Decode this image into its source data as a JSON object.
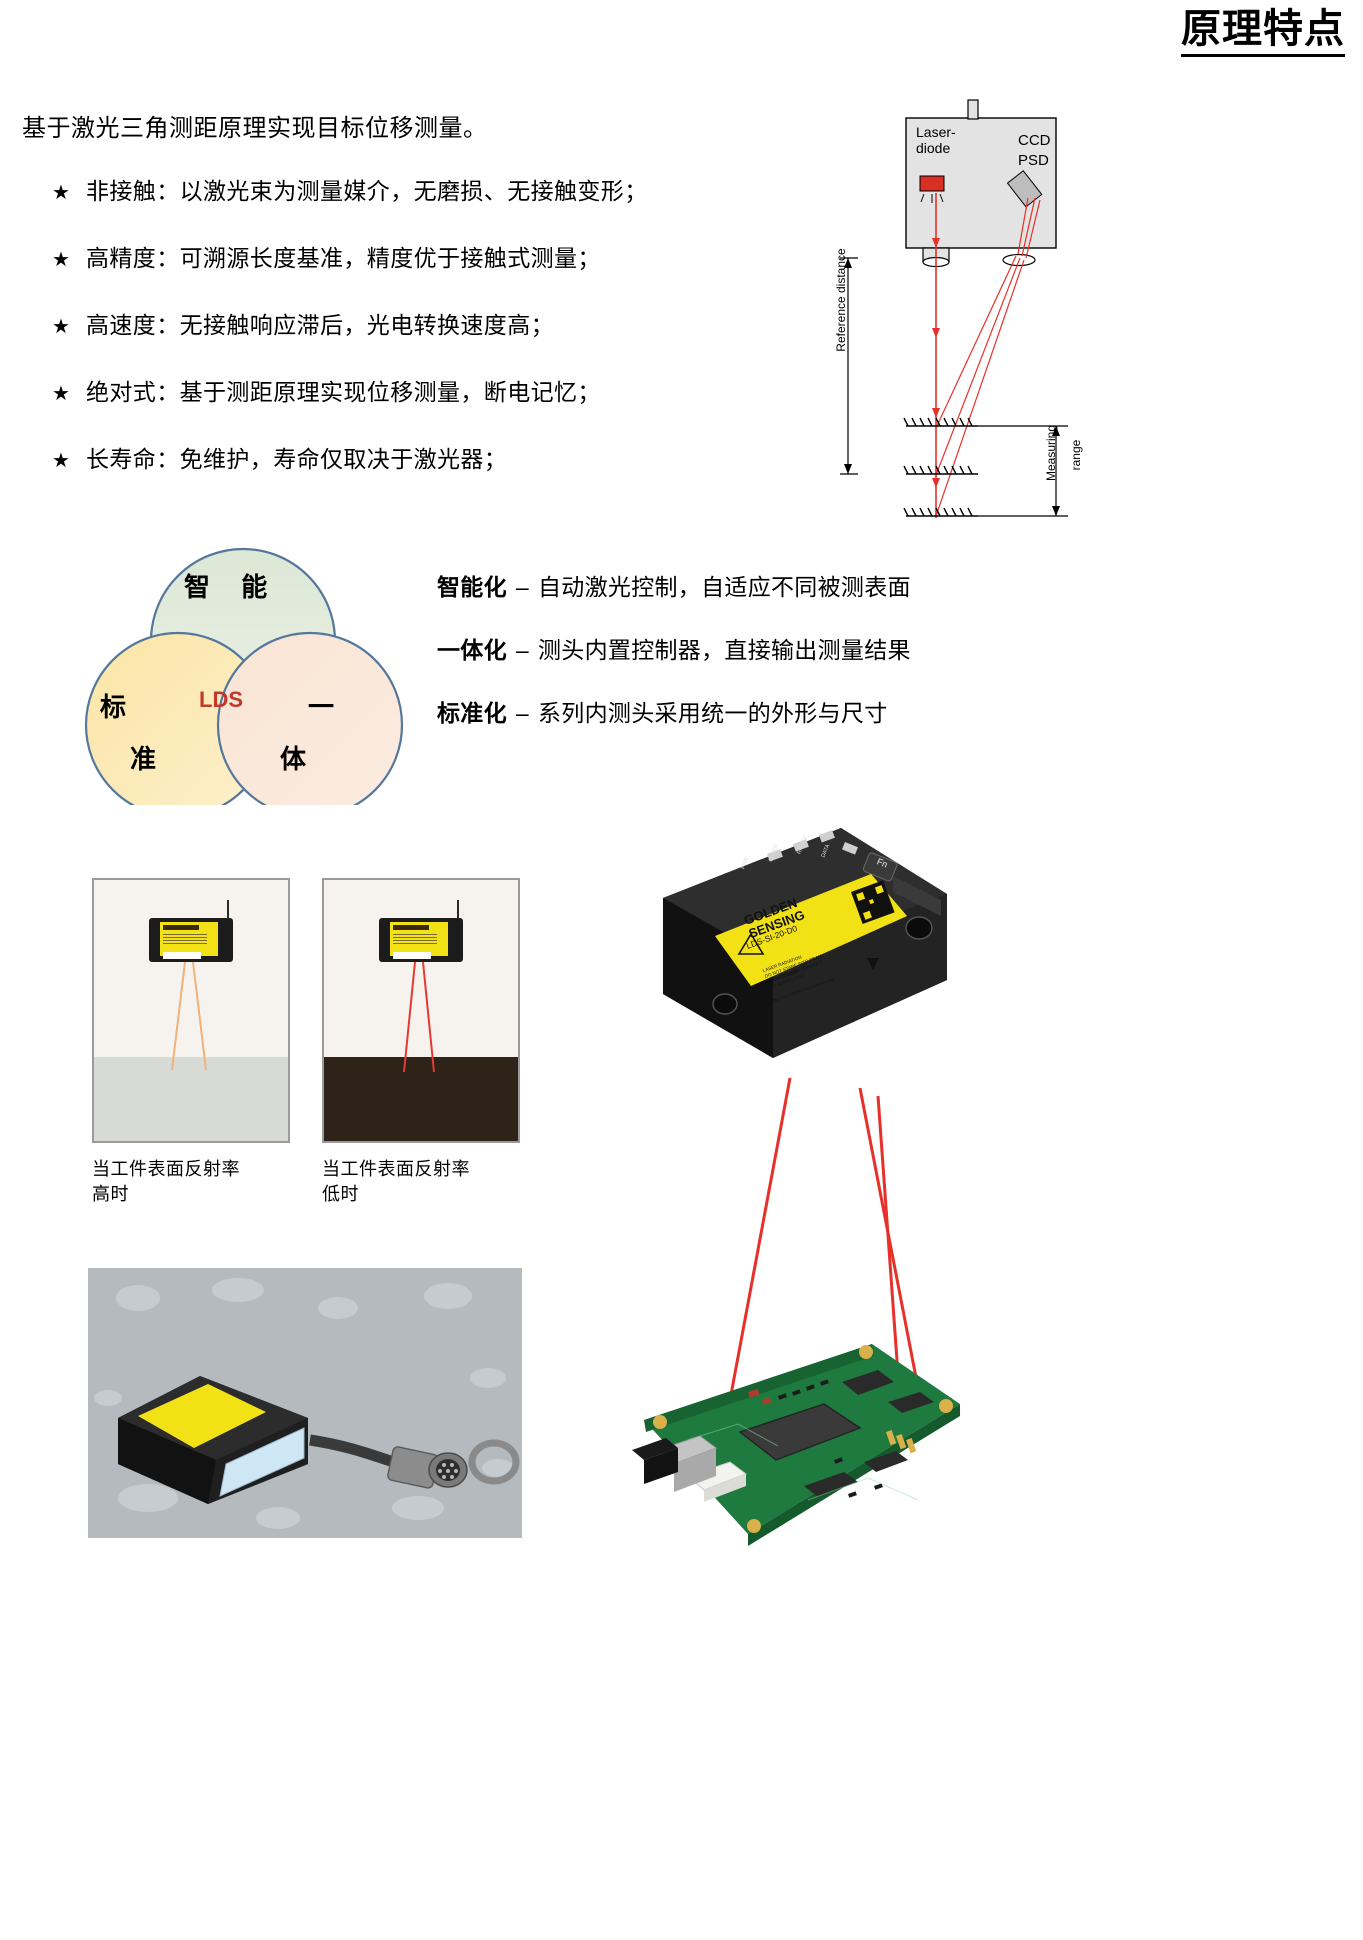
{
  "header": {
    "title": "原理特点"
  },
  "intro": "基于激光三角测距原理实现目标位移测量。",
  "bullets": [
    {
      "star": "★",
      "text": "非接触：以激光束为测量媒介，无磨损、无接触变形；"
    },
    {
      "star": "★",
      "text": "高精度：可溯源长度基准，精度优于接触式测量；"
    },
    {
      "star": "★",
      "text": "高速度：无接触响应滞后，光电转换速度高；"
    },
    {
      "star": "★",
      "text": "绝对式：基于测距原理实现位移测量，断电记忆；"
    },
    {
      "star": "★",
      "text": "长寿命：免维护，寿命仅取决于激光器；"
    }
  ],
  "diagram": {
    "laser_diode": "Laser-\ndiode",
    "laser_diode_line1": "Laser-",
    "laser_diode_line2": "diode",
    "ccd": "CCD",
    "psd": "PSD",
    "reference_distance": "Reference distance",
    "measuring": "Measuring",
    "range": "range"
  },
  "venn": {
    "top_label": "智  能",
    "left_label_1": "标",
    "left_label_2": "准",
    "right_label_1": "一",
    "right_label_2": "体",
    "center_label": "LDS",
    "colors": {
      "top_fill": "#dde7d6",
      "left_fill": "#fade8f",
      "right_fill": "#fae0cc",
      "stroke": "#2f5a86",
      "center_text": "#c0392b"
    }
  },
  "features": [
    {
      "key": "智能化",
      "dash": "–",
      "desc": "自动激光控制，自适应不同被测表面"
    },
    {
      "key": "一体化",
      "dash": "–",
      "desc": "测头内置控制器，直接输出测量结果"
    },
    {
      "key": "标准化",
      "dash": "–",
      "desc": "系列内测头采用统一的外形与尺寸"
    }
  ],
  "panels": [
    {
      "caption_line1": "当工件表面反射率",
      "caption_line2": "高时",
      "surface": "high-reflectivity",
      "beam_color": "#f0b27a"
    },
    {
      "caption_line1": "当工件表面反射率",
      "caption_line2": "低时",
      "surface": "low-reflectivity",
      "beam_color": "#e53935"
    }
  ],
  "product": {
    "brand_line1": "GOLDEN",
    "brand_line2": "SENSING",
    "model": "LDS-SI-20-D0",
    "warning_title": "LASER RADIATION",
    "warning_line2": "DO NOT STARE INTO BEAM",
    "warning_line3": "CLASS 2 LASER PRODUCT",
    "warning_line4": "IEC 60825-1:2007",
    "warning_line5": "AVOID EXPOSURE",
    "warning_line6": "LASER RADIATION IS EMITTED FROM THIS APERTURE",
    "led_labels": [
      "PWR",
      "LASER",
      "RANGE",
      "DATA"
    ],
    "fn_label": "Fn",
    "laser_color": "#e8302a",
    "label_color": "#f2e215"
  },
  "pcb": {
    "board_color": "#1f7a3f",
    "pad_color": "#d9b04a"
  }
}
